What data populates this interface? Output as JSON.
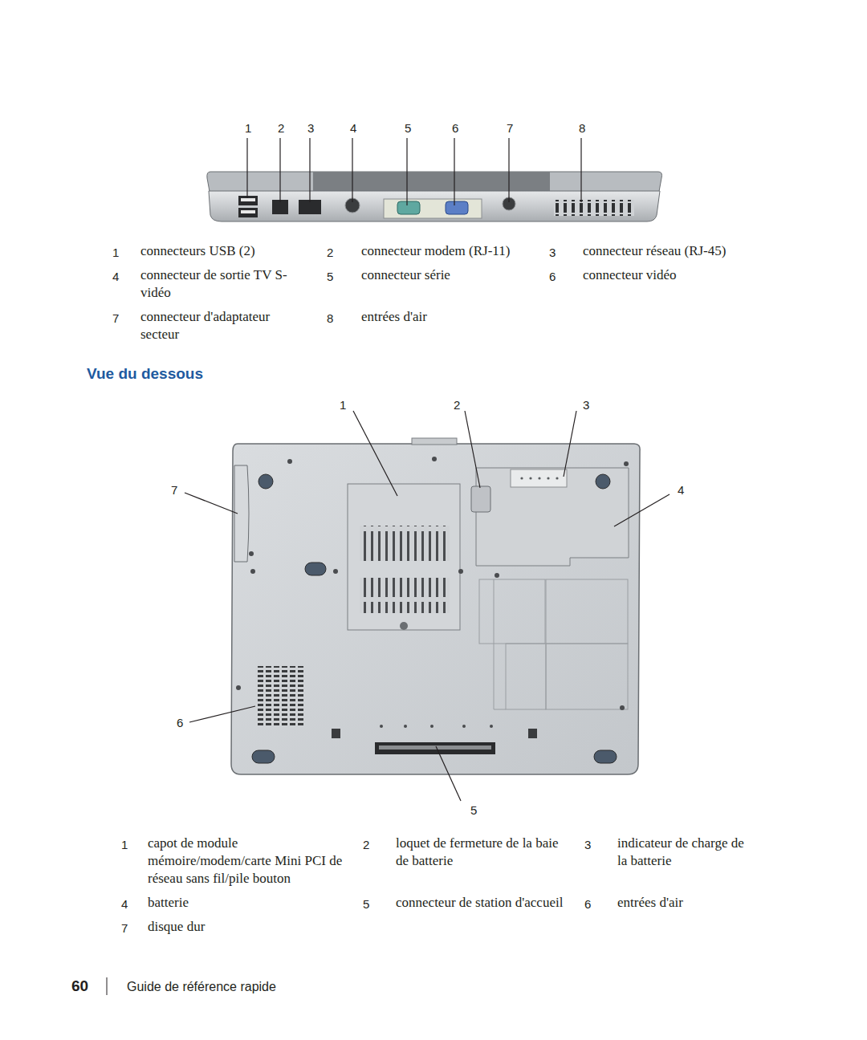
{
  "diagram": {
    "title": "Vue du dessous",
    "labels": [
      "1",
      "2",
      "3",
      "4",
      "5",
      "6",
      "7",
      "8",
      "1",
      "connecteurs USB (2)",
      "2",
      "connecteur modem (RJ-11)",
      "3",
      "connecteur réseau (RJ-45)",
      "4",
      "connecteur de sortie TV S-vidéo",
      "5",
      "connecteur série",
      "6",
      "connecteur vidéo",
      "7",
      "connecteur d'adaptateur secteur",
      "8",
      "entrées d'air",
      "1",
      "2",
      "3",
      "7",
      "4",
      "6",
      "5",
      "1",
      "capot de module mémoire/modem/carte Mini PCI de réseau sans fil/pile bouton",
      "2",
      "loquet de fermeture de la baie de batterie",
      "3",
      "indicateur de charge de la batterie",
      "4",
      "batterie",
      "5",
      "connecteur de station d'accueil",
      "6",
      "entrées d'air",
      "7",
      "disque dur",
      "60",
      "Guide de référence rapide"
    ]
  }
}
